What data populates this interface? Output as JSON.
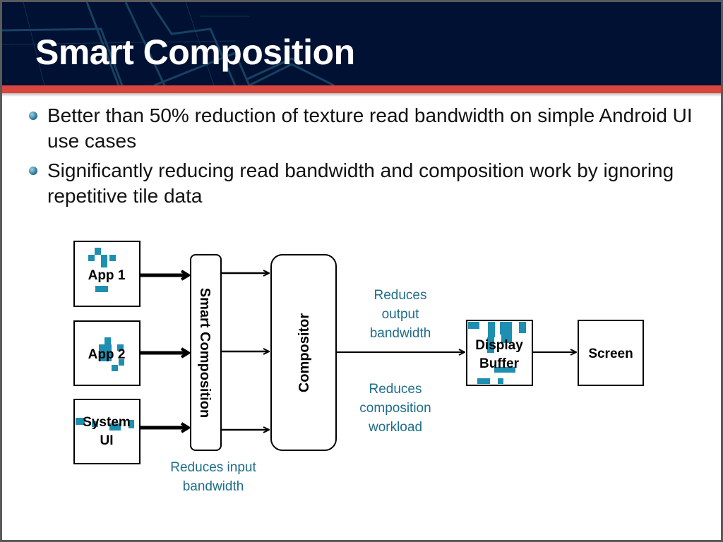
{
  "title": "Smart Composition",
  "bullets": [
    "Better than 50% reduction of texture read bandwidth on simple Android UI use cases",
    "Significantly reducing read bandwidth and composition work by ignoring repetitive tile data"
  ],
  "diagram": {
    "sources": [
      "App 1",
      "App 2",
      "System",
      "UI"
    ],
    "smart_composition": "Smart Composition",
    "compositor": "Compositor",
    "display_buffer": [
      "Display",
      "Buffer"
    ],
    "screen": "Screen",
    "notes": {
      "input": [
        "Reduces input",
        "bandwidth"
      ],
      "output": [
        "Reduces",
        "output",
        "bandwidth"
      ],
      "workload": [
        "Reduces",
        "composition",
        "workload"
      ]
    },
    "colors": {
      "tile": "#1e8fb0",
      "note": "#1f6d8a",
      "header": "#001133",
      "accent": "#d9463d"
    }
  }
}
